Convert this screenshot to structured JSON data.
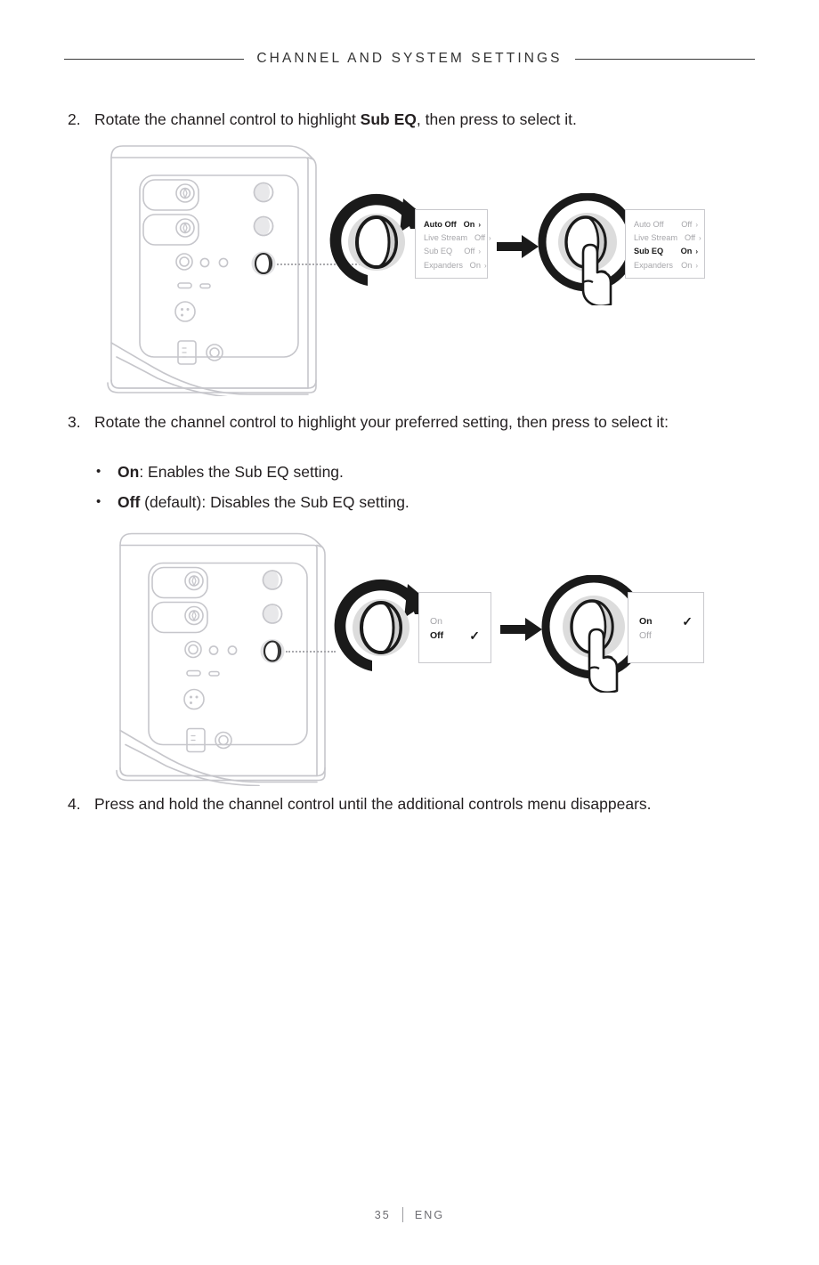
{
  "header": {
    "title": "CHANNEL AND SYSTEM SETTINGS"
  },
  "steps": {
    "step2": {
      "number": "2.",
      "text_before": "Rotate the channel control to highlight ",
      "bold": "Sub EQ",
      "text_after": ", then press to select it."
    },
    "step3": {
      "number": "3.",
      "text": "Rotate the channel control to highlight your preferred setting, then press to select it:"
    },
    "step4": {
      "number": "4.",
      "text": "Press and hold the channel control until the additional controls menu disappears."
    }
  },
  "bullets": [
    {
      "marker": "•",
      "bold": "On",
      "text": ": Enables the Sub EQ setting."
    },
    {
      "marker": "•",
      "bold": "Off",
      "text": " (default): Disables the Sub EQ setting."
    }
  ],
  "figure1": {
    "menu_before": {
      "rows": [
        {
          "label": "Auto Off",
          "value": "On",
          "chevron": "›",
          "active": true
        },
        {
          "label": "Live Stream",
          "value": "Off",
          "chevron": "›",
          "active": false
        },
        {
          "label": "Sub EQ",
          "value": "Off",
          "chevron": "›",
          "active": false
        },
        {
          "label": "Expanders",
          "value": "On",
          "chevron": "›",
          "active": false
        }
      ]
    },
    "menu_after": {
      "rows": [
        {
          "label": "Auto Off",
          "value": "Off",
          "chevron": "›",
          "active": false
        },
        {
          "label": "Live Stream",
          "value": "Off",
          "chevron": "›",
          "active": false
        },
        {
          "label": "Sub EQ",
          "value": "On",
          "chevron": "›",
          "active": true
        },
        {
          "label": "Expanders",
          "value": "On",
          "chevron": "›",
          "active": false
        }
      ]
    }
  },
  "figure2": {
    "choice_before": {
      "rows": [
        {
          "label": "On",
          "active": false,
          "checked": false
        },
        {
          "label": "Off",
          "active": true,
          "checked": true
        }
      ]
    },
    "choice_after": {
      "rows": [
        {
          "label": "On",
          "active": true,
          "checked": true
        },
        {
          "label": "Off",
          "active": false,
          "checked": false
        }
      ]
    },
    "check_glyph": "✓"
  },
  "footer": {
    "page": "35",
    "language": "ENG"
  },
  "colors": {
    "text": "#231f20",
    "muted": "#a6a6aa",
    "rule": "#3a3a3a",
    "device_line": "#c6c6cb",
    "knob_halo": "#dcdcdc",
    "arrow": "#1a1a1a"
  }
}
